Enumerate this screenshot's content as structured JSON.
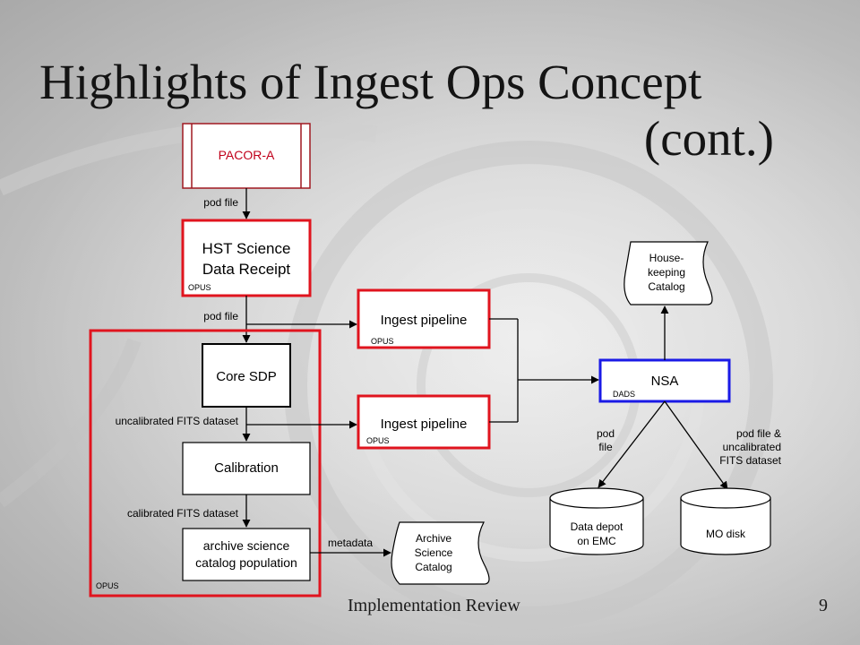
{
  "slide": {
    "title_line1": "Highlights of Ingest Ops Concept",
    "title_line2": "(cont.)",
    "footer_text": "Implementation Review",
    "page_number": "9"
  },
  "diagram": {
    "pacor": "PACOR-A",
    "pod_file_1": "pod file",
    "hst_line1": "HST Science",
    "hst_line2": "Data Receipt",
    "hst_tag": "OPUS",
    "pod_file_2": "pod file",
    "core_sdp": "Core SDP",
    "uncal_fits": "uncalibrated FITS dataset",
    "calibration": "Calibration",
    "cal_fits": "calibrated FITS dataset",
    "archive_line1": "archive science",
    "archive_line2": "catalog population",
    "big_box_tag": "OPUS",
    "ingest_top": "Ingest pipeline",
    "ingest_top_tag": "OPUS",
    "ingest_bottom": "Ingest pipeline",
    "ingest_bottom_tag": "OPUS",
    "metadata": "metadata",
    "asc_line1": "Archive",
    "asc_line2": "Science",
    "asc_line3": "Catalog",
    "hk_line1": "House-",
    "hk_line2": "keeping",
    "hk_line3": "Catalog",
    "nsa": "NSA",
    "nsa_tag": "DADS",
    "pod_label_line1": "pod",
    "pod_label_line2": "file",
    "pfu_line1": "pod file &",
    "pfu_line2": "uncalibrated",
    "pfu_line3": "FITS dataset",
    "depot_line1": "Data depot",
    "depot_line2": "on EMC",
    "mo_disk": "MO disk"
  },
  "colors": {
    "red_border": "#e0141e",
    "blue_border": "#1a1ae6",
    "pacor_text": "#c0001a",
    "pacor_border": "#a01820"
  }
}
